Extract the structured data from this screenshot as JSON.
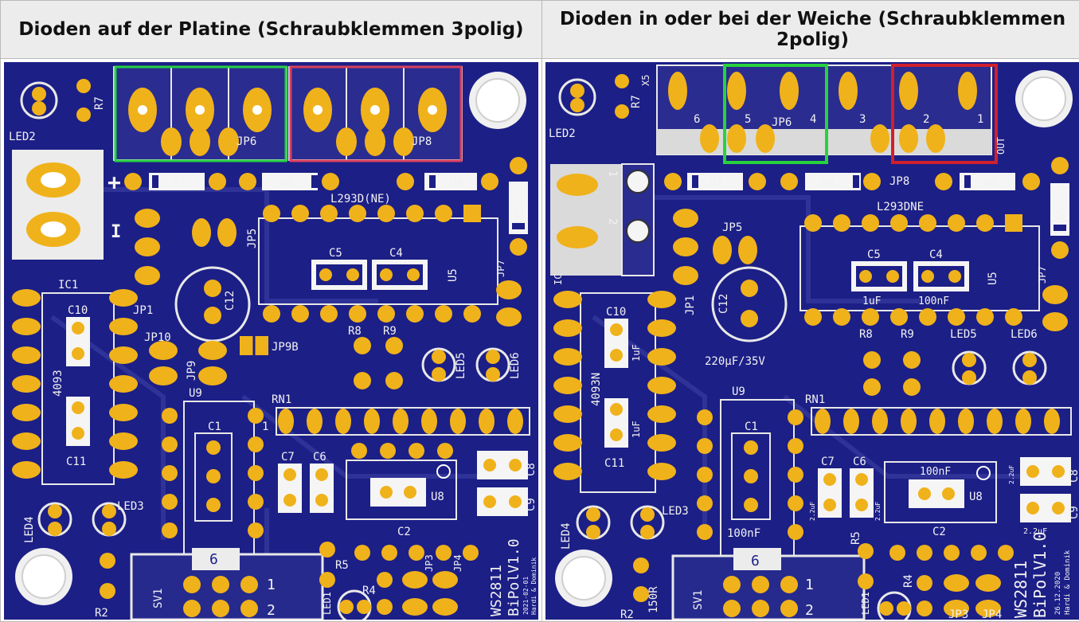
{
  "headers": {
    "left": "Dioden auf der Platine (Schraubklemmen 3polig)",
    "right": "Dioden in oder bei der Weiche (Schraubklemmen 2polig)"
  },
  "left_board": {
    "labels": {
      "led2": "LED2",
      "r7": "R7",
      "jp6": "JP6",
      "jp8": "JP8",
      "plus": "+",
      "minus": "I",
      "d7": "D7",
      "d8": "D8",
      "d6": "D6",
      "d5": "D5",
      "l293": "L293D(NE)",
      "jp5": "JP5",
      "c5": "C5",
      "c4": "C4",
      "u5": "U5",
      "ic1": "IC1",
      "c10": "C10",
      "jp1": "JP1",
      "c12": "C12",
      "jp7": "JP7",
      "jp10": "JP10",
      "jp9b": "JP9B",
      "r8": "R8",
      "r9": "R9",
      "led5": "LED5",
      "led6": "LED6",
      "ic4093": "4093",
      "jp9": "JP9",
      "u9": "U9",
      "c1": "C1",
      "rn1": "RN1",
      "one": "1",
      "c11": "C11",
      "c7": "C7",
      "c6": "C6",
      "c8": "C8",
      "c9": "C9",
      "u8": "U8",
      "led3": "LED3",
      "led4": "LED4",
      "c2": "C2",
      "six": "6",
      "sv1": "SV1",
      "r5": "R5",
      "r4": "R4",
      "jp3": "JP3",
      "jp4": "JP4",
      "pin1": "1",
      "pin2": "2",
      "r2": "R2",
      "led1": "LED1",
      "ws": "WS2811",
      "bipol": "BiPolV1.0",
      "date": "2021-02-01",
      "author": "Hardi & Dominik"
    },
    "highlight_colors": {
      "green": "#25d142",
      "red": "#d93f5c"
    }
  },
  "right_board": {
    "labels": {
      "led2": "LED2",
      "r7": "R7",
      "x5": "X5",
      "n6": "6",
      "n5": "5",
      "jp6": "JP6",
      "n4": "4",
      "n3": "3",
      "n2": "2",
      "n1": "1",
      "out": "OUT",
      "k1": "1",
      "k2": "2",
      "d7": "D7",
      "d8": "D8",
      "jp8": "JP8",
      "d6": "D6",
      "d5": "D5",
      "l293": "L293DNE",
      "jp5": "JP5",
      "c5": "C5",
      "c4": "C4",
      "u5": "U5",
      "ic": "IC",
      "c10": "C10",
      "jp1": "JP1",
      "c12": "C12",
      "v1uf": "1uF",
      "v100nf": "100nF",
      "jp7": "JP7",
      "ic4093": "4093N",
      "c10v": "1uF",
      "cap220": "220µF/35V",
      "r8": "R8",
      "r9": "R9",
      "led5": "LED5",
      "led6": "LED6",
      "u9": "U9",
      "c1": "C1",
      "rn1": "RN1",
      "c11": "C11",
      "c11v": "1uF",
      "c7": "C7",
      "c6": "C6",
      "c7v": "2.2uF",
      "c6v": "2.2uF",
      "c8v": "2.2uF",
      "c8": "C8",
      "c9": "C9",
      "c9v": "2.2uF",
      "led3": "LED3",
      "c1v": "100nF",
      "c2v": "100nF",
      "u8": "U8",
      "c2": "C2",
      "led4": "LED4",
      "six": "6",
      "sv1": "SV1",
      "r5": "R5",
      "r4": "R4",
      "pin1": "1",
      "pin2": "2",
      "r2": "R2",
      "r150": "150R",
      "led1": "LED1",
      "jp3": "JP3",
      "jp4": "JP4",
      "ws": "WS2811",
      "bipol": "BiPolV1.0",
      "date": "26.12.2020",
      "author": "Hardi & Dominik"
    },
    "highlight_colors": {
      "green": "#28d23c",
      "red": "#d0202d"
    }
  }
}
